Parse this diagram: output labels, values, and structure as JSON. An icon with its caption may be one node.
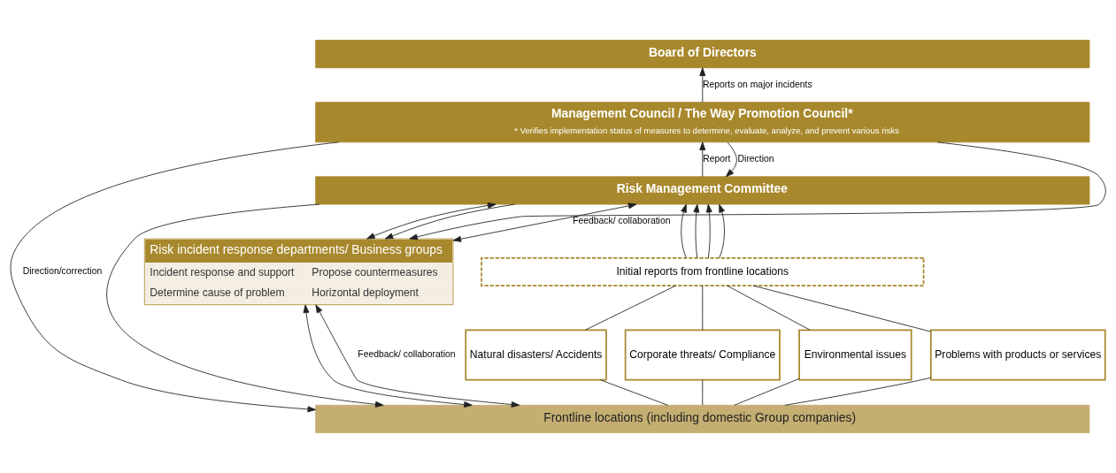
{
  "diagram": {
    "nodes": [
      {
        "text": [
          "Board of Directors"
        ]
      },
      {
        "text": [
          "Management Council / The Way Promotion Council*",
          "* Verifies implementation status of measures to determine, evaluate, analyze, and prevent various risks"
        ]
      },
      {
        "text": [
          "Risk Management Committee"
        ]
      },
      {
        "text": [
          "Initial reports from frontline locations"
        ]
      },
      {
        "text": [
          "Natural disasters/ Accidents"
        ]
      },
      {
        "text": [
          "Corporate threats/ Compliance"
        ]
      },
      {
        "text": [
          "Environmental issues"
        ]
      },
      {
        "text": [
          "Problems with products or services"
        ]
      },
      {
        "text": [
          "Risk incident response departments/ Business groups",
          "Incident response and support",
          "Propose countermeasures",
          "Determine cause of problem",
          "Horizontal deployment"
        ]
      },
      {
        "text": [
          "Frontline locations (including domestic Group companies)"
        ]
      }
    ],
    "edges": [
      {
        "from": 1,
        "to": 0,
        "arrow": "to",
        "label": "Reports on major incidents"
      },
      {
        "from": 2,
        "to": 1,
        "arrow": "to",
        "label": "Report"
      },
      {
        "from": 1,
        "to": 2,
        "arrow": "to",
        "label": "Direction"
      },
      {
        "from": 9,
        "to": 4,
        "arrow": "none"
      },
      {
        "from": 4,
        "to": 3,
        "arrow": "none"
      },
      {
        "from": 3,
        "to": 2,
        "arrow": "to"
      },
      {
        "from": 9,
        "to": 5,
        "arrow": "none"
      },
      {
        "from": 5,
        "to": 3,
        "arrow": "none"
      },
      {
        "from": 3,
        "to": 2,
        "arrow": "to"
      },
      {
        "from": 9,
        "to": 6,
        "arrow": "none"
      },
      {
        "from": 6,
        "to": 3,
        "arrow": "none"
      },
      {
        "from": 3,
        "to": 2,
        "arrow": "to"
      },
      {
        "from": 9,
        "to": 7,
        "arrow": "none"
      },
      {
        "from": 7,
        "to": 3,
        "arrow": "none"
      },
      {
        "from": 3,
        "to": 2,
        "arrow": "to"
      },
      {
        "from": 2,
        "to": 8,
        "arrow": "both",
        "label": "Feedback/ collaboration"
      },
      {
        "from": 2,
        "to": 8,
        "arrow": "both"
      },
      {
        "from": 8,
        "to": 9,
        "arrow": "both",
        "label": "Feedback/ collaboration"
      },
      {
        "from": 8,
        "to": 9,
        "arrow": "both"
      },
      {
        "from": 1,
        "to": 8,
        "arrow": "to"
      },
      {
        "from": 1,
        "to": 9,
        "arrow": "to",
        "label": "Direction/correction"
      },
      {
        "from": 2,
        "to": 8,
        "arrow": "to"
      },
      {
        "from": 2,
        "to": 9,
        "arrow": "to"
      }
    ]
  }
}
